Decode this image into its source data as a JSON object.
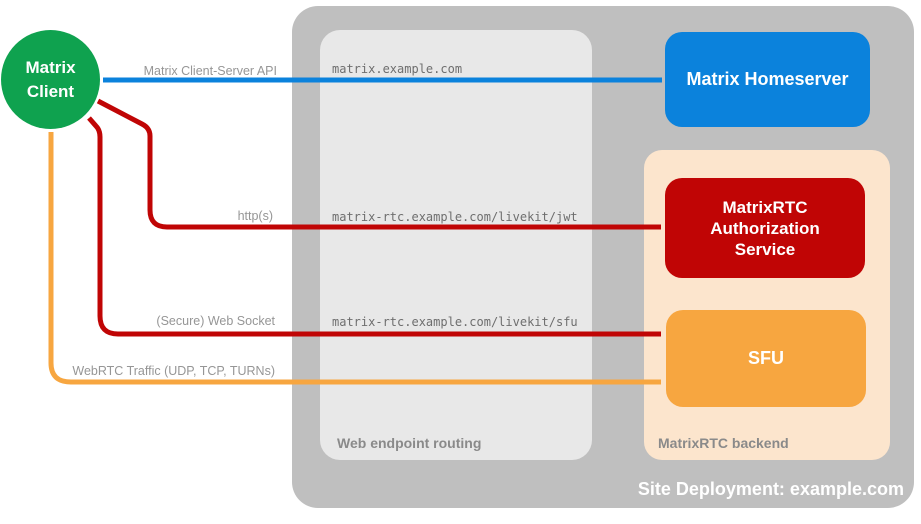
{
  "colors": {
    "client_green": "#0fa24f",
    "homeserver_blue": "#0b82dc",
    "auth_red": "#c00505",
    "sfu_orange": "#f7a640",
    "backend_peach": "#fce5cd",
    "site_gray": "#bfbfbf",
    "routing_gray": "#e8e8e8",
    "label_gray": "#969696",
    "caption_gray": "#8a8a8a"
  },
  "client": {
    "line1": "Matrix",
    "line2": "Client"
  },
  "site": {
    "caption": "Site Deployment: example.com"
  },
  "routing": {
    "caption": "Web endpoint routing",
    "endpoints": {
      "homeserver": "matrix.example.com",
      "jwt": "matrix-rtc.example.com/livekit/jwt",
      "sfu": "matrix-rtc.example.com/livekit/sfu"
    }
  },
  "backend": {
    "caption": "MatrixRTC backend",
    "auth_label": "MatrixRTC Authorization Service",
    "sfu_label": "SFU"
  },
  "homeserver": {
    "label": "Matrix Homeserver"
  },
  "arrows": {
    "client_server_api": "Matrix Client-Server API",
    "https": "http(s)",
    "websocket": "(Secure) Web Socket",
    "webrtc": "WebRTC Traffic (UDP, TCP, TURNs)"
  }
}
